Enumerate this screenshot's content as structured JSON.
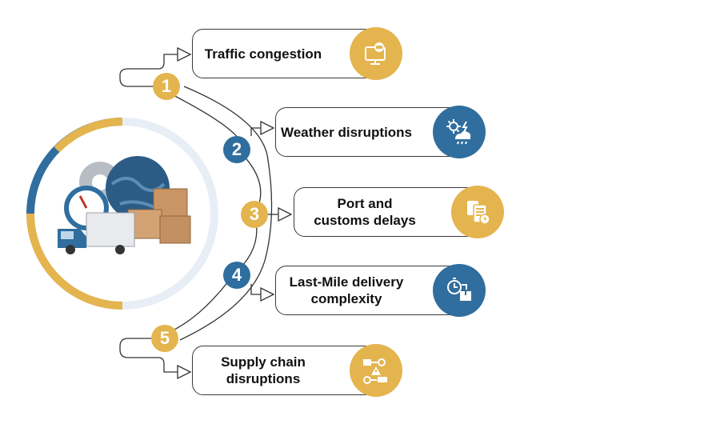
{
  "steps": [
    {
      "number": "1",
      "label": "Traffic congestion",
      "color": "#E4B44E",
      "icon": "monitor-traffic-icon"
    },
    {
      "number": "2",
      "label": "Weather disruptions",
      "color": "#2F6E9E",
      "icon": "weather-sun-storm-icon"
    },
    {
      "number": "3",
      "label": "Port and\ncustoms delays",
      "color": "#E4B44E",
      "icon": "customs-documents-clock-icon"
    },
    {
      "number": "4",
      "label": "Last-Mile delivery\ncomplexity",
      "color": "#2F6E9E",
      "icon": "stopwatch-package-icon"
    },
    {
      "number": "5",
      "label": "Supply chain\ndisruptions",
      "color": "#E4B44E",
      "icon": "supply-chain-warning-icon"
    }
  ],
  "hero": {
    "icon": "logistics-truck-globe-boxes-icon"
  }
}
